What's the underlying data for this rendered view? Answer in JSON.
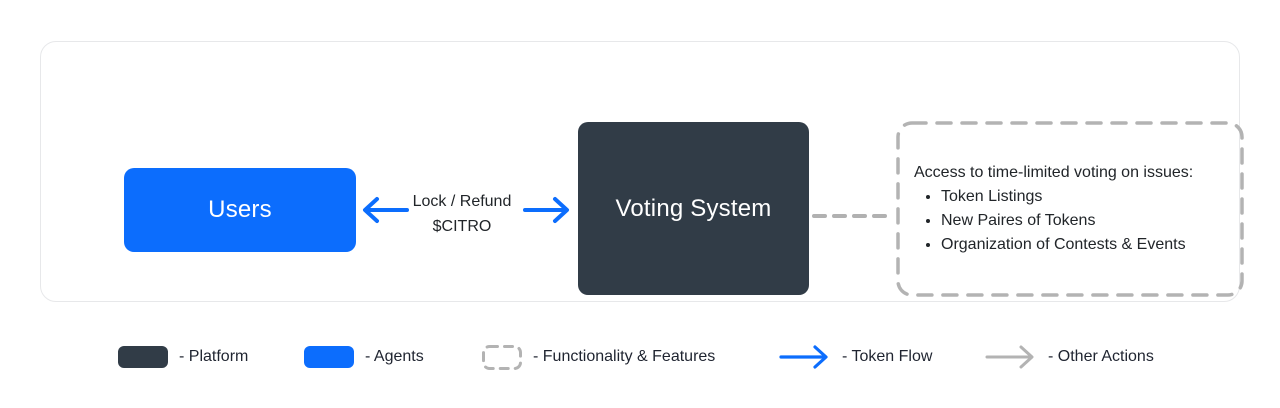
{
  "diagram": {
    "nodes": {
      "users": {
        "label": "Users"
      },
      "voting": {
        "label": "Voting System"
      },
      "features": {
        "intro": "Access to time-limited voting on issues:",
        "items": [
          "Token Listings",
          "New Paires of Tokens",
          "Organization of Contests & Events"
        ]
      }
    },
    "edge_label": {
      "line1": "Lock / Refund",
      "line2": "$CITRO"
    }
  },
  "legend": {
    "platform": {
      "label": "- Platform"
    },
    "agents": {
      "label": "- Agents"
    },
    "features": {
      "label": "- Functionality & Features"
    },
    "token_flow": {
      "label": "- Token Flow"
    },
    "other_actions": {
      "label": "- Other Actions"
    }
  },
  "colors": {
    "platform_fill": "#313c47",
    "agent_fill": "#0c6dfd",
    "dashed_stroke": "#b3b3b3",
    "arrow_blue": "#0c6dfd",
    "arrow_gray": "#b3b3b3",
    "text_dark": "#212529",
    "card_border": "#e7e8ea"
  }
}
